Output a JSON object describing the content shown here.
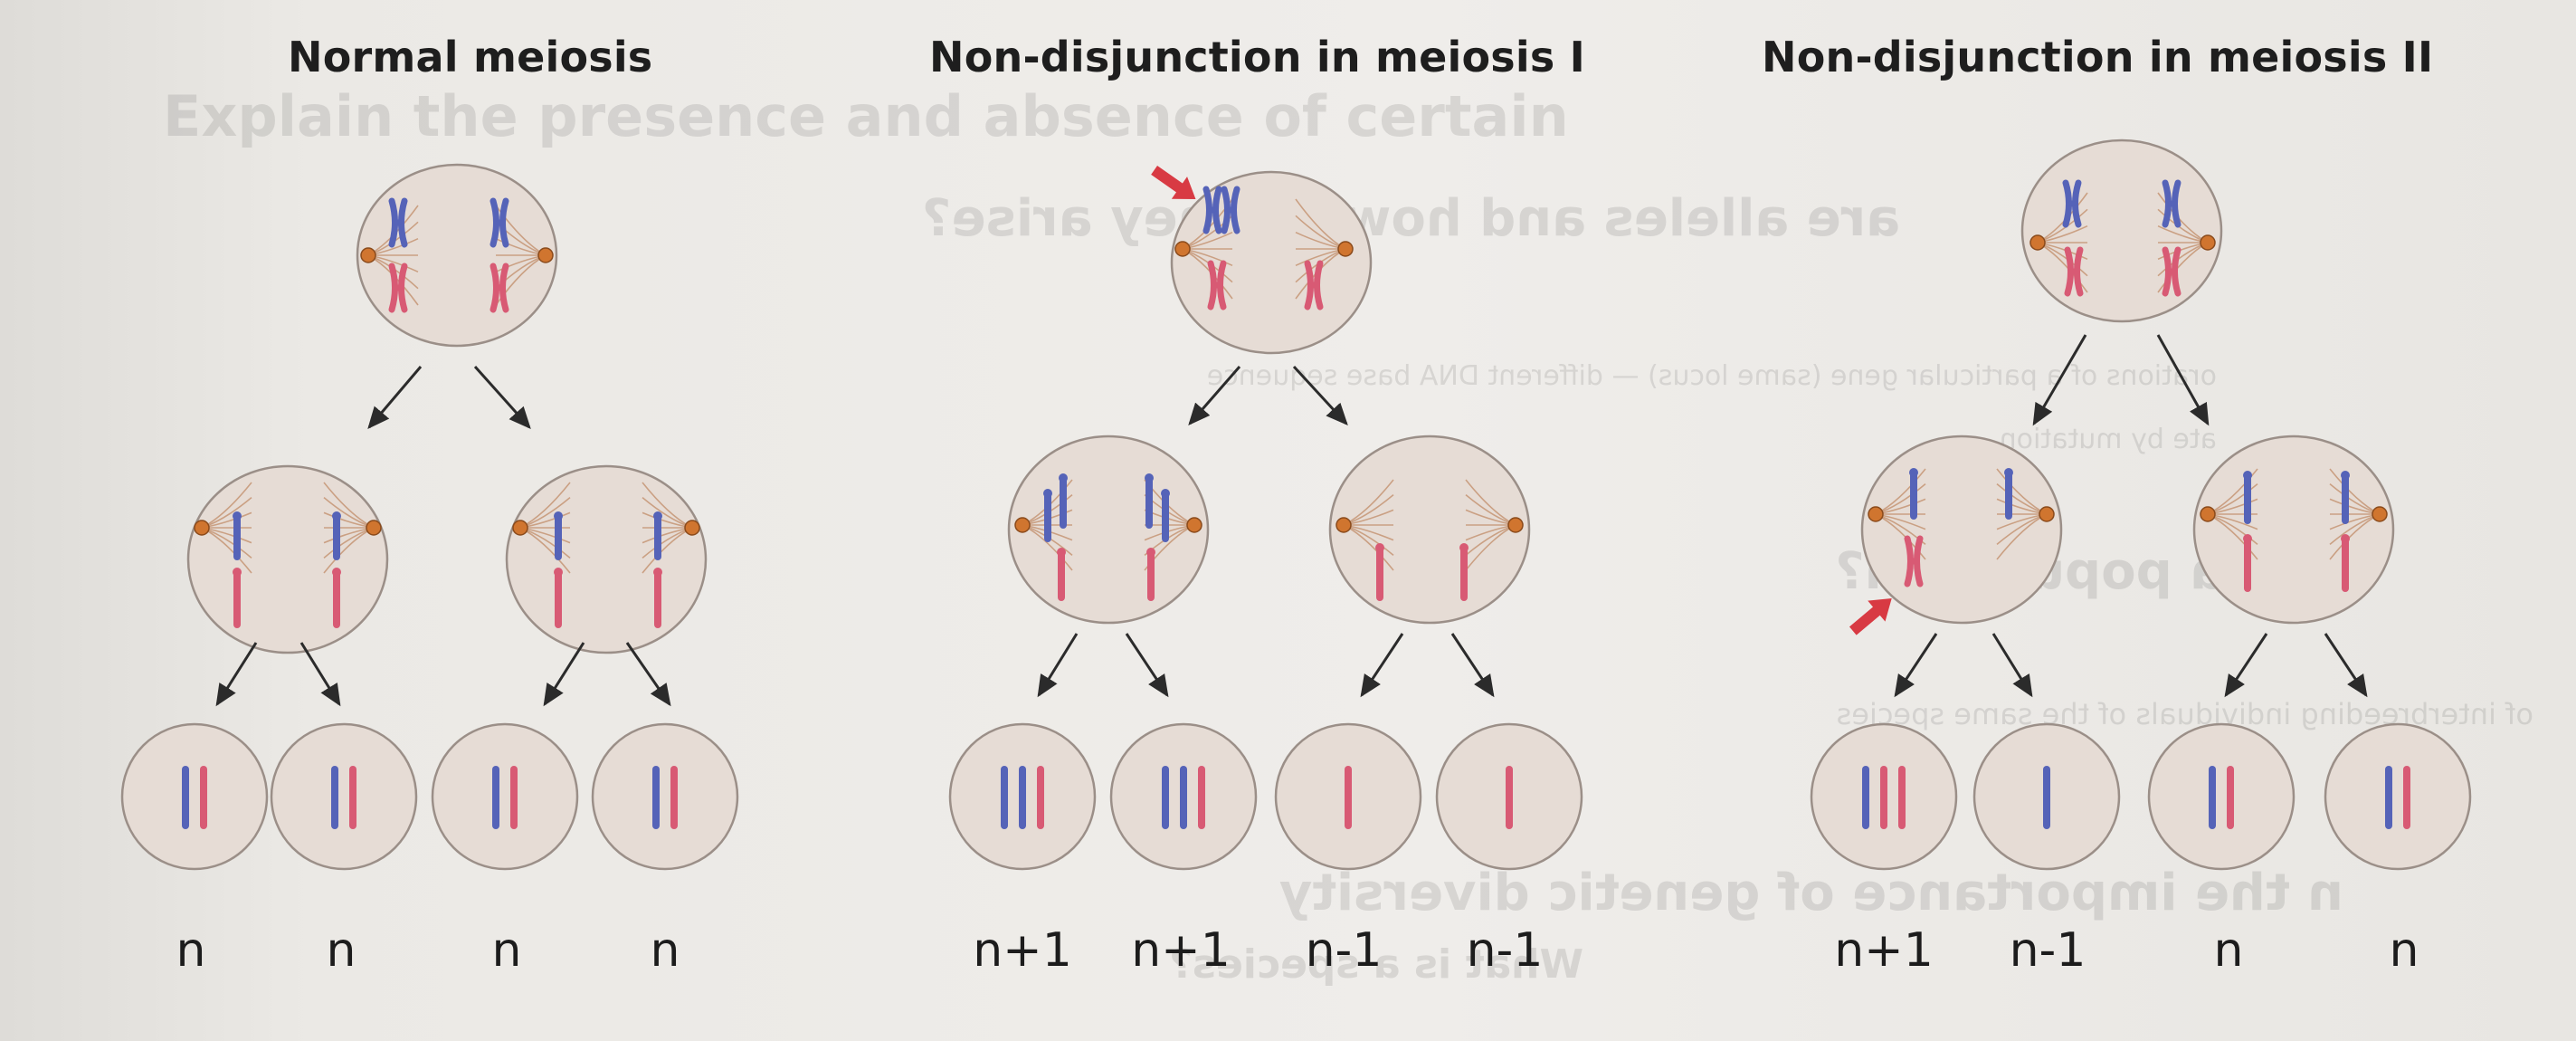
{
  "panels": [
    {
      "title": "Normal meiosis",
      "labels": [
        "n",
        "n",
        "n",
        "n"
      ]
    },
    {
      "title": "Non-disjunction in meiosis I",
      "labels": [
        "n+1",
        "n+1",
        "n-1",
        "n-1"
      ]
    },
    {
      "title": "Non-disjunction in meiosis II",
      "labels": [
        "n+1",
        "n-1",
        "n",
        "n"
      ]
    }
  ],
  "colors": {
    "cell_fill": "#e6dcd5",
    "cell_stroke": "#9b8f88",
    "chromosome_blue": "#5563b8",
    "chromosome_red": "#d85a74",
    "centrosome": "#d0752f",
    "arrow": "#2b2b2b",
    "highlight_arrow": "#d83a43"
  },
  "show_through_text": [
    "Explain the presence and absence of certain",
    "are alleles and how do they arise?",
    "orations of a particular gene (same locus) — different DNA base sequence",
    "ate by mutation",
    "is a population?",
    "of interbreeding individuals of the same species",
    "n the importance of genetic diversity",
    "What is a species?"
  ]
}
